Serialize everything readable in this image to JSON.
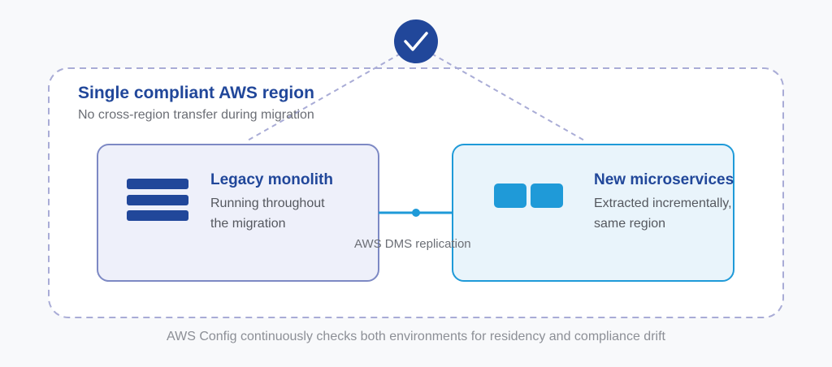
{
  "region": {
    "title": "Single compliant AWS region",
    "subtitle": "No cross-region transfer during migration"
  },
  "status_badge": {
    "icon": "checkmark-icon",
    "color": "#21479a"
  },
  "legacy": {
    "title": "Legacy monolith",
    "description_lines": [
      "Running throughout",
      "the migration"
    ],
    "icon": "server-stack-icon",
    "color": "#21479a"
  },
  "microservices": {
    "title": "New microservices",
    "description_lines": [
      "Extracted incrementally,",
      "same region"
    ],
    "icon": "service-blocks-icon",
    "color": "#1f9ad8"
  },
  "connector": {
    "label": "AWS DMS replication"
  },
  "footer": "AWS Config continuously checks both environments for residency and compliance drift"
}
